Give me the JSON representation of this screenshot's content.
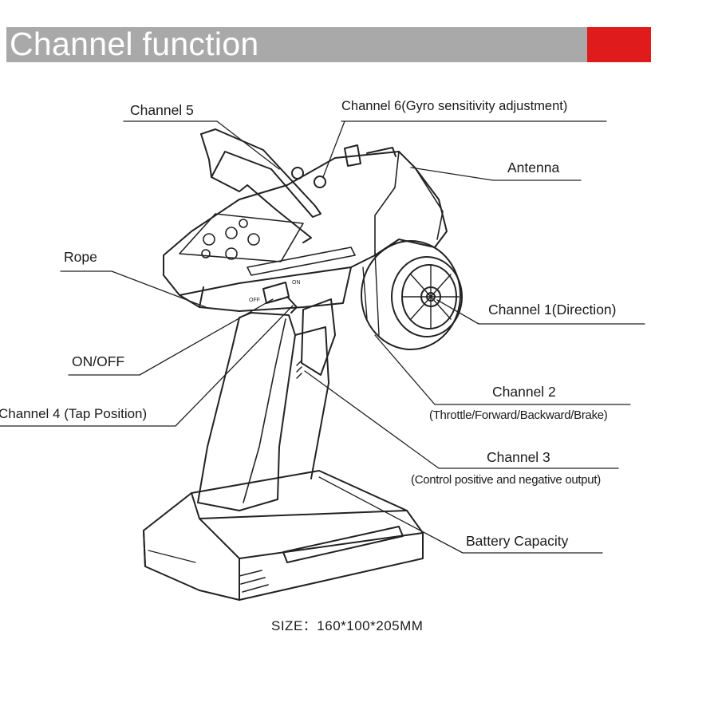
{
  "header": {
    "title": "Channel function",
    "bar_color": "#a9a9a9",
    "accent_color": "#e01b1b"
  },
  "labels": {
    "channel5": "Channel 5",
    "channel6": "Channel 6(Gyro sensitivity adjustment)",
    "antenna": "Antenna",
    "rope": "Rope",
    "channel1": "Channel 1(Direction)",
    "onoff": "ON/OFF",
    "channel2": "Channel 2",
    "channel2_sub": "(Throttle/Forward/Backward/Brake)",
    "channel4": "Channel 4 (Tap Position)",
    "channel3": "Channel 3",
    "channel3_sub": "(Control positive and negative output)",
    "battery": "Battery Capacity"
  },
  "switch_marks": {
    "off": "OFF",
    "on": "ON"
  },
  "size_note": "SIZE：160*100*205MM"
}
